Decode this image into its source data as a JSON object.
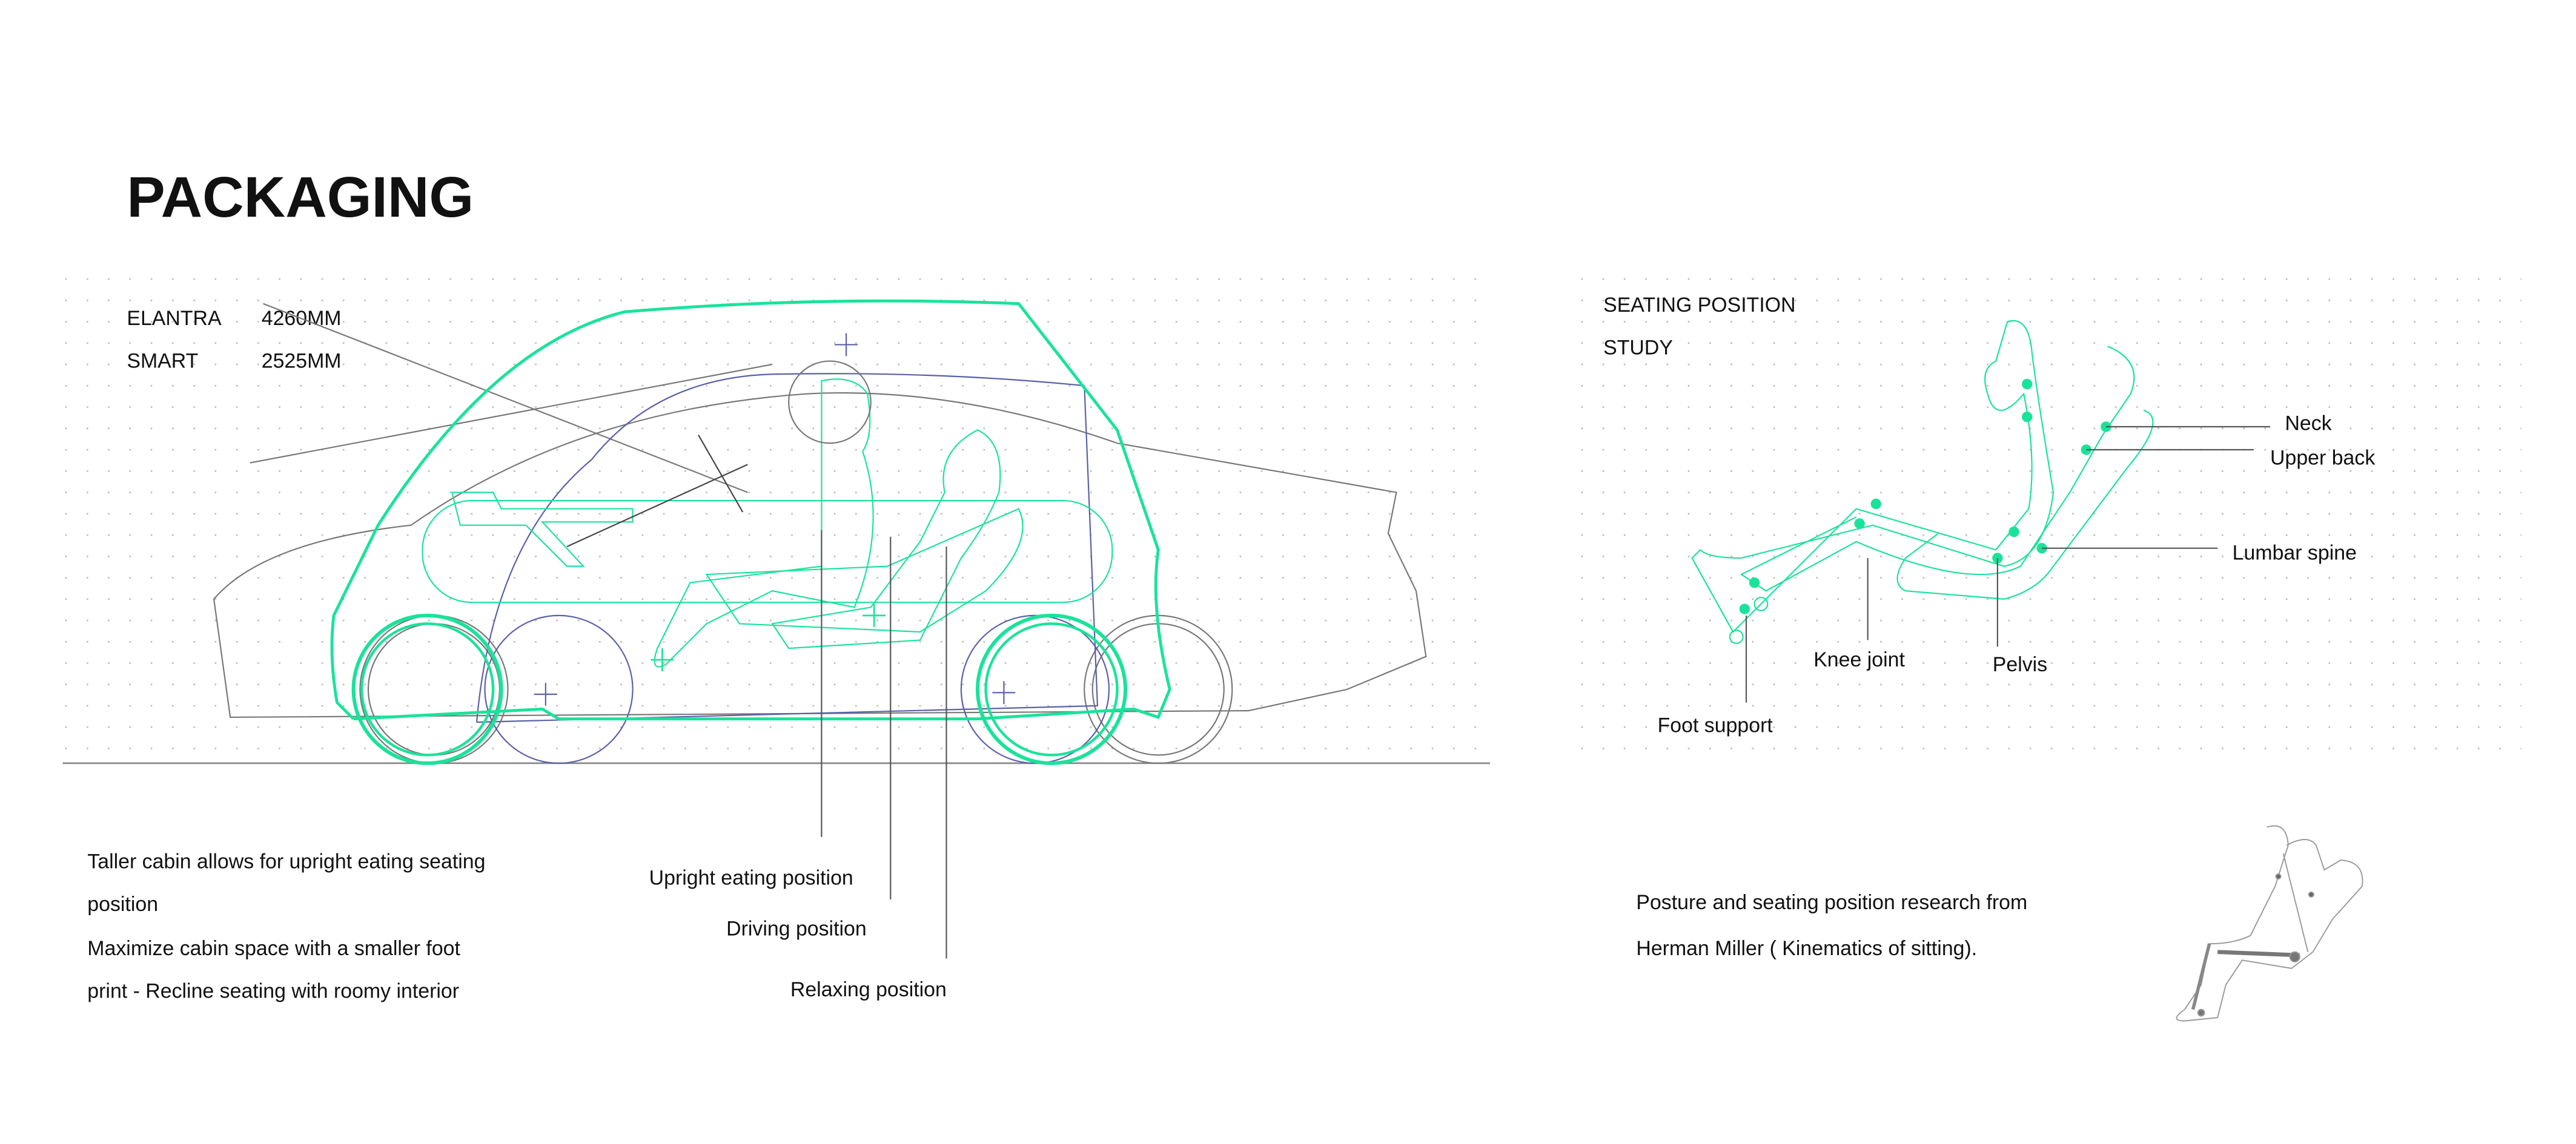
{
  "title": "PACKAGING",
  "specs": [
    {
      "name": "ELANTRA",
      "length": "4260MM"
    },
    {
      "name": "SMART",
      "length": "2525MM"
    }
  ],
  "description": [
    "Taller cabin allows for upright eating seating",
    "position",
    "Maximize cabin space with a smaller foot",
    "print - Recline seating with roomy interior"
  ],
  "positions": [
    "Upright eating position",
    "Driving position",
    "Relaxing position"
  ],
  "study": {
    "title_line1": "SEATING POSITION",
    "title_line2": "STUDY",
    "labels": {
      "neck": "Neck",
      "upper_back": "Upper back",
      "lumbar_spine": "Lumbar spine",
      "knee_joint": "Knee joint",
      "pelvis": "Pelvis",
      "foot_support": "Foot support"
    },
    "research_line1": "Posture and seating position research from",
    "research_line2": "Herman Miller ( Kinematics of sitting)."
  },
  "colors": {
    "accent": "#19e39a",
    "blueprint": "#5a5fa8"
  }
}
